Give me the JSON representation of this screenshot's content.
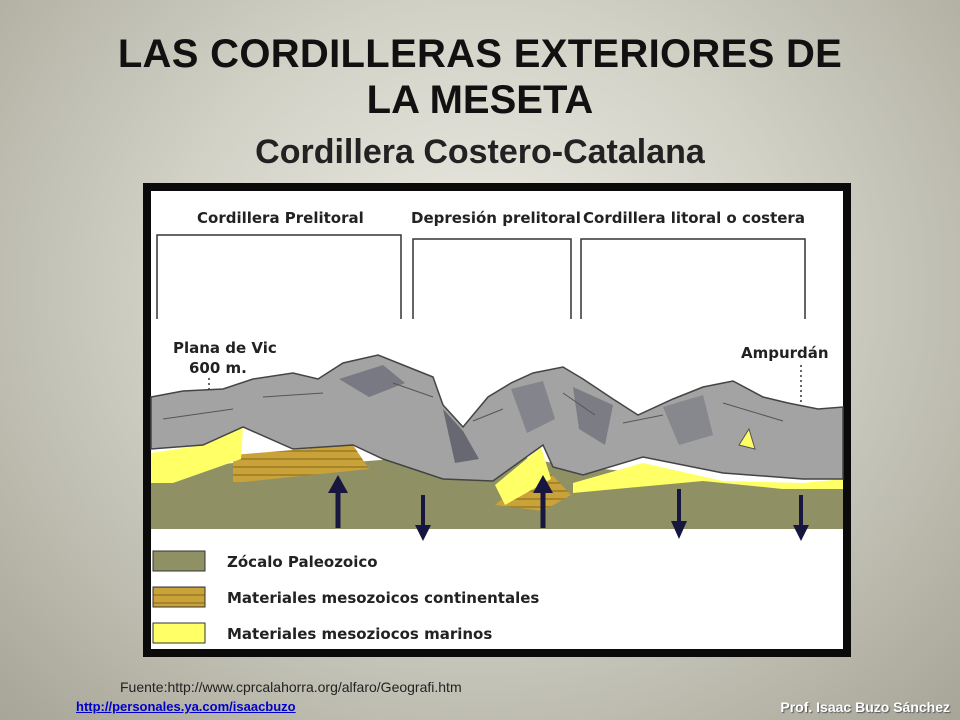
{
  "slide": {
    "title_line1": "LAS CORDILLERAS EXTERIORES DE",
    "title_line2": "LA MESETA",
    "subtitle": "Cordillera Costero-Catalana"
  },
  "diagram": {
    "sections": [
      "Cordillera Prelitoral",
      "Depresión prelitoral",
      "Cordillera litoral o costera"
    ],
    "place_left": "Plana de Vic",
    "place_left_alt": "600 m.",
    "place_right": "Ampurdán",
    "legend": [
      {
        "label": "Zócalo Paleozoico",
        "color": "#8f9164"
      },
      {
        "label": "Materiales mesozoicos continentales",
        "color": "#c9a23a"
      },
      {
        "label": "Materiales mesoziocos marinos",
        "color": "#ffff66"
      }
    ],
    "colors": {
      "rock": "#a3a3a3",
      "rock_dark": "#5d5d6e",
      "arrow": "#16163f"
    }
  },
  "footer": {
    "source": "Fuente:http://www.cprcalahorra.org/alfaro/Geografi.htm",
    "link": "http://personales.ya.com/isaacbuzo",
    "author": "Prof. Isaac Buzo Sánchez"
  }
}
